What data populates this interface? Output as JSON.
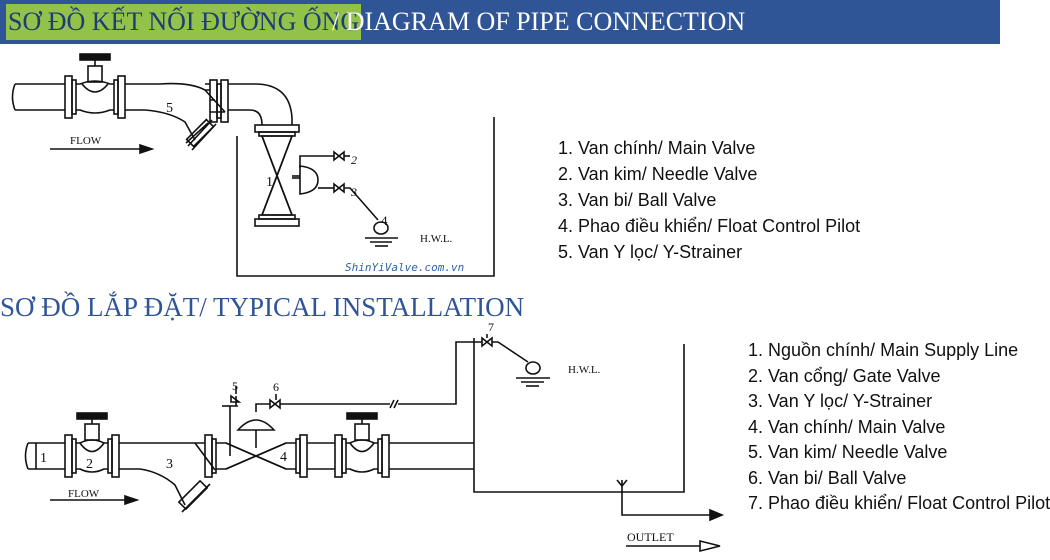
{
  "header": {
    "title_vi": "SƠ ĐỒ KẾT NỐI ĐƯỜNG ỐNG",
    "title_en": "/ DIAGRAM OF PIPE CONNECTION",
    "highlight_color": "#93c24a",
    "bar_color": "#2f5597"
  },
  "diagram1": {
    "flow_label": "FLOW",
    "hwl_label": "H.W.L.",
    "watermark": "ShinYiValve.com.vn",
    "numbers": [
      "1",
      "2",
      "3",
      "4",
      "5"
    ]
  },
  "legend1": [
    "1. Van chính/ Main Valve",
    "2. Van kim/ Needle Valve",
    "3. Van bi/ Ball Valve",
    "4. Phao điều khiển/ Float Control Pilot",
    "5. Van Y lọc/ Y-Strainer"
  ],
  "section2": {
    "title": "SƠ ĐỒ LẮP ĐẶT/ TYPICAL INSTALLATION"
  },
  "diagram2": {
    "flow_label": "FLOW",
    "hwl_label": "H.W.L.",
    "outlet_label": "OUTLET",
    "numbers": [
      "1",
      "2",
      "3",
      "4",
      "5",
      "6",
      "7"
    ]
  },
  "legend2": [
    "1. Nguồn chính/ Main Supply Line",
    "2. Van cổng/ Gate Valve",
    "3. Van Y lọc/ Y-Strainer",
    "4. Van chính/ Main Valve",
    "5. Van kim/ Needle Valve",
    "6. Van bi/ Ball Valve",
    "7. Phao điều khiển/ Float Control Pilot"
  ]
}
